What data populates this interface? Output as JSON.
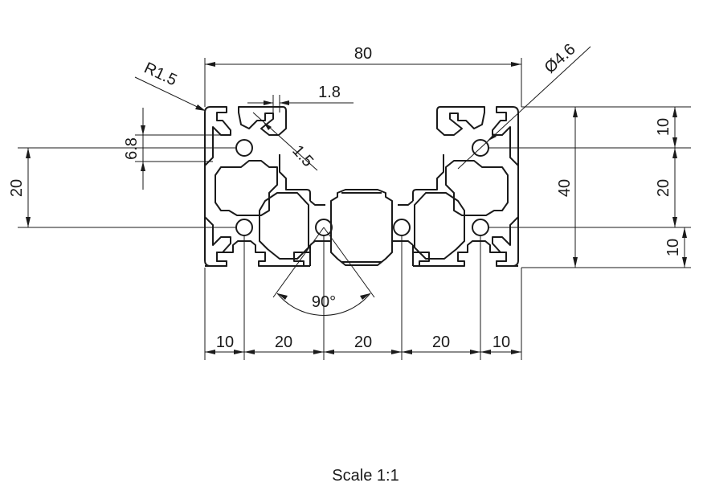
{
  "drawing": {
    "dimensions": {
      "overall_width": "80",
      "hole_diameter": "Ø4.6",
      "corner_radius": "R1.5",
      "slot_opening": "1.8",
      "wall_thickness": "1.5",
      "slot_width": "6.8",
      "pitch_left": "20",
      "overall_height": "40",
      "right_top": "10",
      "right_middle": "20",
      "right_bottom": "10",
      "groove_angle": "90°",
      "bottom_1": "10",
      "bottom_2": "20",
      "bottom_3": "20",
      "bottom_4": "20",
      "bottom_5": "10"
    },
    "scale": "Scale 1:1"
  }
}
